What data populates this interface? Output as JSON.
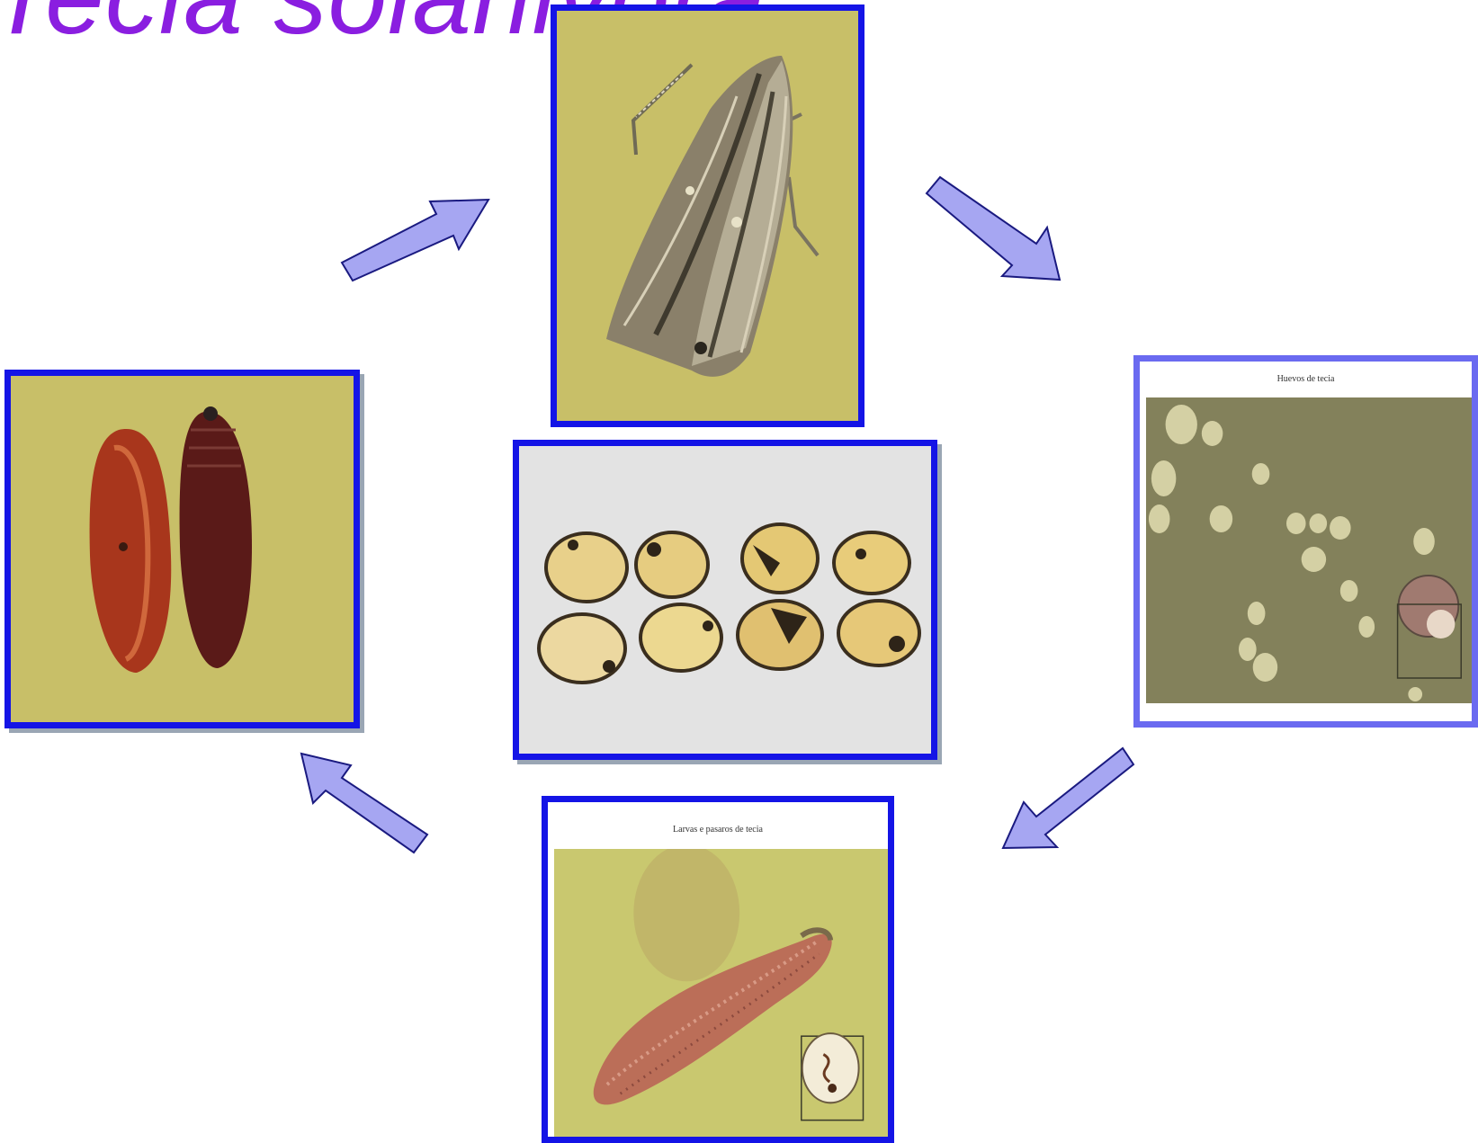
{
  "title": "Tecia solanivora",
  "panels": {
    "adult": {
      "name": "adult-moth-photo"
    },
    "eggs": {
      "caption": "Huevos de tecia"
    },
    "larva": {
      "caption": "Larvas e pasaros de tecia"
    },
    "pupae": {
      "name": "pupae-photo"
    },
    "damage": {
      "name": "damaged-potatoes-photo"
    }
  },
  "colors": {
    "frame": "#1414e6",
    "frame_light": "#6a6af0",
    "arrow_fill": "#a6a6f2",
    "arrow_stroke": "#1a1a80",
    "title": "#8a1ee0",
    "photo_bg": "#c8bf68"
  }
}
